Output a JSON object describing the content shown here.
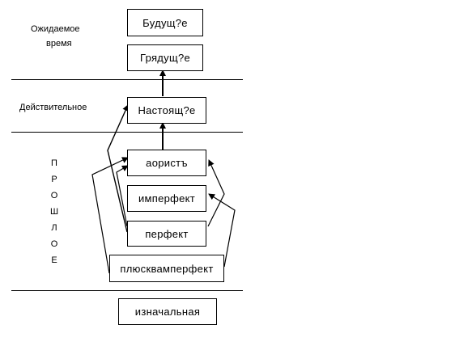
{
  "zones": {
    "expected": [
      "Ожидаемое",
      "время"
    ],
    "actual": "Действительное",
    "past": [
      "П",
      "Р",
      "О",
      "Ш",
      "Л",
      "О",
      "Е"
    ]
  },
  "boxes": {
    "future": "Будущ?е",
    "coming": "Грядущ?е",
    "present": "Настоящ?е",
    "aorist": "аористъ",
    "imperfect": "имперфект",
    "perfect": "перфект",
    "pluperfect": "плюсквамперфект",
    "initial": "изначальная"
  }
}
